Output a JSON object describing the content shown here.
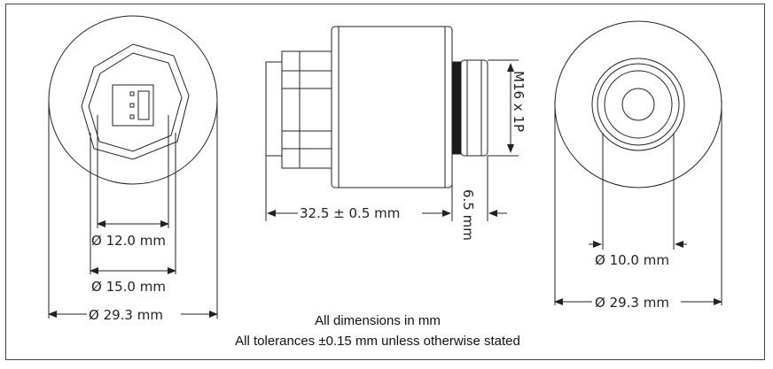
{
  "left_view": {
    "dim_inner": "Ø 12.0 mm",
    "dim_mid": "Ø 15.0 mm",
    "dim_outer": "Ø 29.3 mm"
  },
  "side_view": {
    "length": "32.5 ± 0.5 mm",
    "thread": "M16 x 1P",
    "thread_length": "6.5 mm"
  },
  "right_view": {
    "dim_bore": "Ø 10.0 mm",
    "dim_outer": "Ø 29.3 mm"
  },
  "notes": {
    "line1": "All dimensions in mm",
    "line2": "All tolerances ±0.15 mm unless otherwise stated"
  },
  "colors": {
    "line": "#222222",
    "body_fill": "#ffffff",
    "dark_ring": "#1a1a1a"
  }
}
